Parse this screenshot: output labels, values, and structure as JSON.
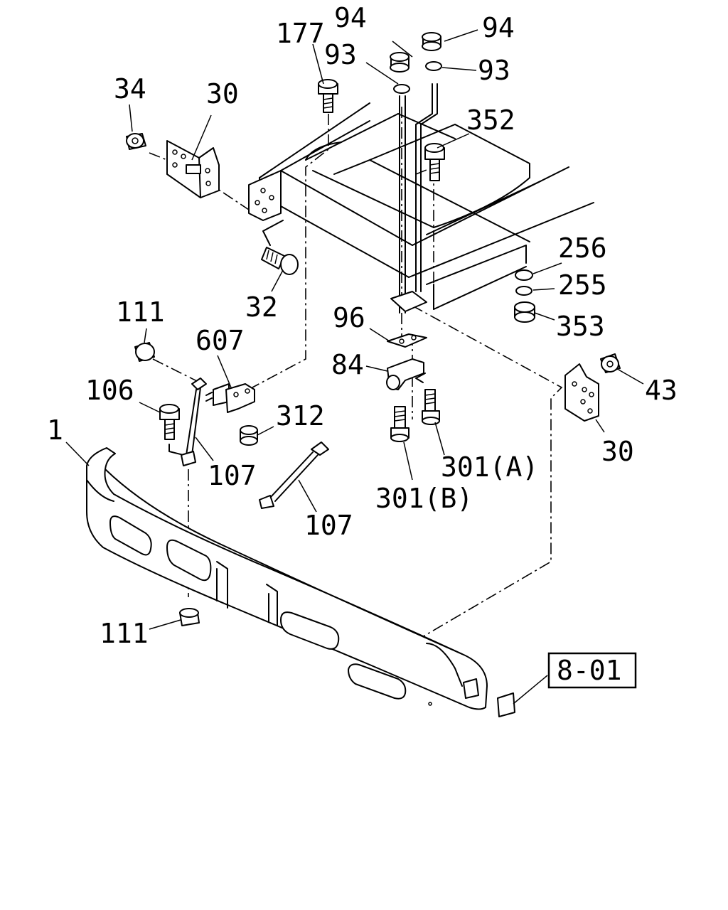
{
  "diagram": {
    "callouts": {
      "p94a": "94",
      "p94b": "94",
      "p177": "177",
      "p93a": "93",
      "p93b": "93",
      "p34": "34",
      "p30a": "30",
      "p352": "352",
      "p256": "256",
      "p255": "255",
      "p353": "353",
      "p32": "32",
      "p111a": "111",
      "p96": "96",
      "p607": "607",
      "p84": "84",
      "p43": "43",
      "p106": "106",
      "p312": "312",
      "p1": "1",
      "p107a": "107",
      "p30b": "30",
      "p301a": "301(A)",
      "p301b": "301(B)",
      "p107b": "107",
      "p111b": "111"
    },
    "reference": "8-01"
  }
}
